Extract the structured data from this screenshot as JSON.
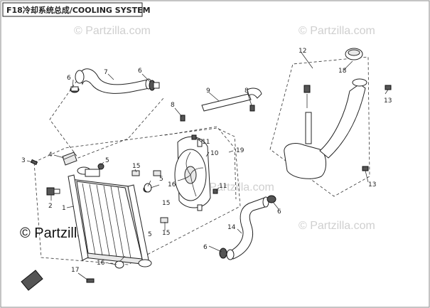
{
  "title": "F18冷却系统总成/COOLING SYSTEM",
  "watermarks": {
    "top": "© Partzilla.com",
    "center": "© Partzilla.com",
    "right": "© Partzilla.com",
    "main": "© Partzilla.com"
  },
  "callouts": [
    {
      "id": "c1",
      "label": "1"
    },
    {
      "id": "c2",
      "label": "2"
    },
    {
      "id": "c3",
      "label": "3"
    },
    {
      "id": "c4",
      "label": "4"
    },
    {
      "id": "c5a",
      "label": "5"
    },
    {
      "id": "c5b",
      "label": "5"
    },
    {
      "id": "c5c",
      "label": "5"
    },
    {
      "id": "c6a",
      "label": "6"
    },
    {
      "id": "c6b",
      "label": "6"
    },
    {
      "id": "c6c",
      "label": "6"
    },
    {
      "id": "c6d",
      "label": "6"
    },
    {
      "id": "c7",
      "label": "7"
    },
    {
      "id": "c8a",
      "label": "8"
    },
    {
      "id": "c8b",
      "label": "8"
    },
    {
      "id": "c9",
      "label": "9"
    },
    {
      "id": "c10",
      "label": "10"
    },
    {
      "id": "c11a",
      "label": "11"
    },
    {
      "id": "c11b",
      "label": "11"
    },
    {
      "id": "c12",
      "label": "12"
    },
    {
      "id": "c13a",
      "label": "13"
    },
    {
      "id": "c13b",
      "label": "13"
    },
    {
      "id": "c14",
      "label": "14"
    },
    {
      "id": "c15a",
      "label": "15"
    },
    {
      "id": "c15b",
      "label": "15"
    },
    {
      "id": "c15c",
      "label": "15"
    },
    {
      "id": "c16a",
      "label": "16"
    },
    {
      "id": "c16b",
      "label": "16"
    },
    {
      "id": "c17",
      "label": "17"
    },
    {
      "id": "c18",
      "label": "18"
    },
    {
      "id": "c19",
      "label": "19"
    }
  ]
}
